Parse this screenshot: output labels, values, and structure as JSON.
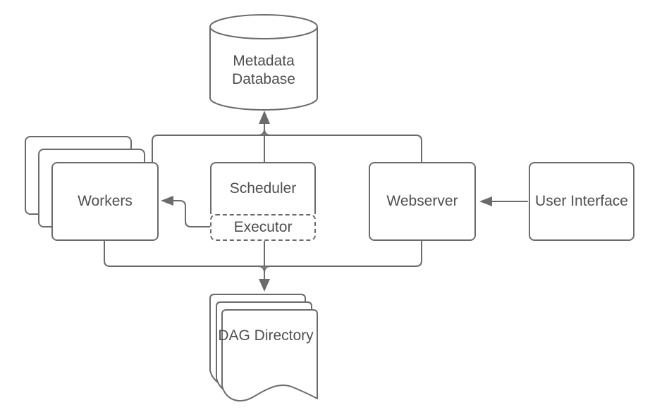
{
  "diagram": {
    "name": "airflow-architecture-diagram",
    "colors": {
      "stroke": "#6b6b6b",
      "text": "#4f4f4f",
      "fill": "#ffffff",
      "background": "#ffffff"
    },
    "nodes": {
      "metadata_database": {
        "label": "Metadata Database",
        "shape": "cylinder"
      },
      "workers": {
        "label": "Workers",
        "shape": "stacked-rounded-rect",
        "stack_count": 3
      },
      "scheduler": {
        "label": "Scheduler",
        "shape": "rounded-rect"
      },
      "executor": {
        "label": "Executor",
        "shape": "dashed-rounded-rect"
      },
      "webserver": {
        "label": "Webserver",
        "shape": "rounded-rect"
      },
      "user_interface": {
        "label": "User Interface",
        "shape": "rounded-rect"
      },
      "dag_directory": {
        "label": "DAG Directory",
        "shape": "document-stack",
        "stack_count": 3
      }
    },
    "edges": [
      {
        "from": "scheduler",
        "to": "metadata_database",
        "arrow": true
      },
      {
        "from": "workers",
        "to": "metadata_database",
        "arrow": true,
        "via": "top-bus"
      },
      {
        "from": "webserver",
        "to": "metadata_database",
        "arrow": true,
        "via": "top-bus"
      },
      {
        "from": "executor",
        "to": "workers",
        "arrow": true
      },
      {
        "from": "user_interface",
        "to": "webserver",
        "arrow": true
      },
      {
        "from": "executor",
        "to": "dag_directory",
        "arrow": true
      },
      {
        "from": "workers",
        "to": "dag_directory",
        "arrow": true,
        "via": "bottom-bus"
      },
      {
        "from": "webserver",
        "to": "dag_directory",
        "arrow": true,
        "via": "bottom-bus"
      }
    ]
  }
}
